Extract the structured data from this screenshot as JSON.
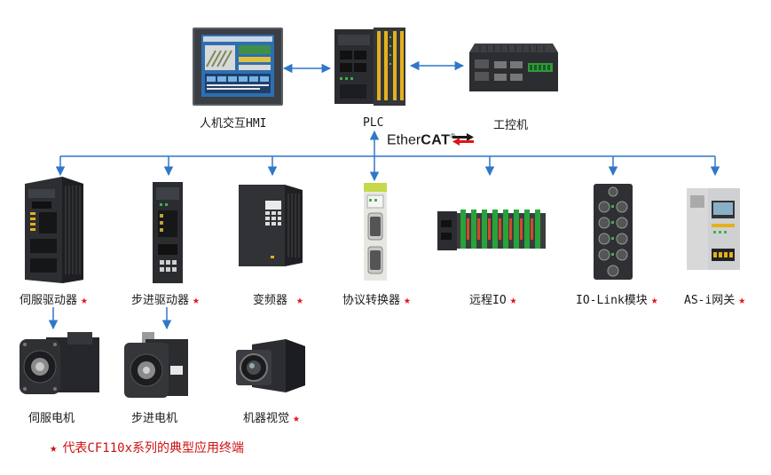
{
  "top": {
    "hmi": "人机交互HMI",
    "plc": "PLC",
    "ipc": "工控机"
  },
  "bus": {
    "name_prefix": "Ether",
    "name_bold": "CAT",
    "mark": "®"
  },
  "devices": {
    "servo_drive": "伺服驱动器",
    "stepper_drive": "步进驱动器",
    "vfd": "变频器",
    "protocol_converter": "协议转换器",
    "remote_io": "远程IO",
    "iolink": "IO-Link模块",
    "asi": "AS-i网关"
  },
  "second_row": {
    "servo_motor": "伺服电机",
    "stepper_motor": "步进电机",
    "vision": "机器视觉"
  },
  "star_glyph": "★",
  "legend": {
    "star": "★",
    "text": "代表CF110x系列的典型应用终端"
  },
  "colors": {
    "line": "#2f77c9",
    "star": "#e01515",
    "device_dark": "#2b2d30"
  }
}
